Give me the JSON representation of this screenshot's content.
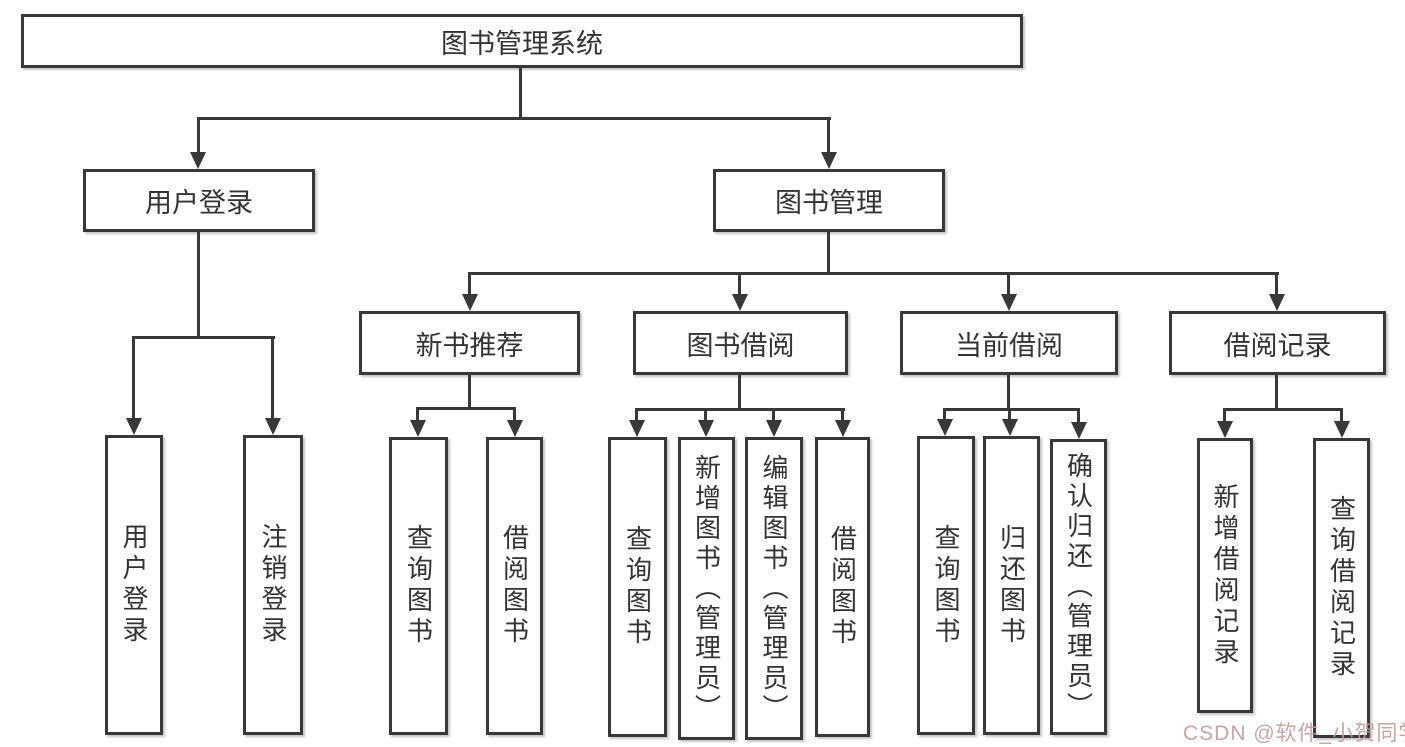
{
  "nodes": {
    "root": "图书管理系统",
    "login": "用户登录",
    "management": "图书管理",
    "new_books": "新书推荐",
    "borrowing": "图书借阅",
    "current_borrow": "当前借阅",
    "borrow_records": "借阅记录"
  },
  "leaves": {
    "login": [
      "用户登录",
      "注销登录"
    ],
    "new_books": [
      "查询图书",
      "借阅图书"
    ],
    "borrowing": [
      "查询图书",
      "新增图书（管理员）",
      "编辑图书（管理员）",
      "借阅图书"
    ],
    "current_borrow": [
      "查询图书",
      "归还图书",
      "确认归还（管理员）"
    ],
    "borrow_records": [
      "新增借阅记录",
      "查询借阅记录"
    ]
  },
  "watermark": "CSDN @软件_小贺同学",
  "colors": {
    "line": "#383838",
    "box_border": "#383838",
    "text": "#333333",
    "background": "#ffffff",
    "watermark": "#c49c9c"
  }
}
